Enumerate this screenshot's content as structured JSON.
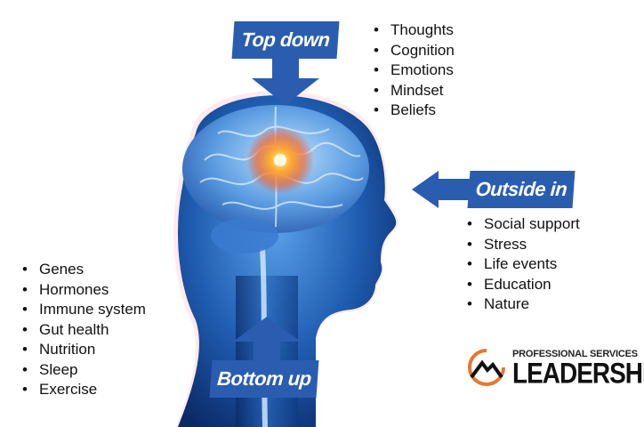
{
  "top_down": {
    "label": "Top down",
    "items": [
      "Thoughts",
      "Cognition",
      "Emotions",
      "Mindset",
      "Beliefs"
    ]
  },
  "outside_in": {
    "label": "Outside in",
    "items": [
      "Social support",
      "Stress",
      "Life events",
      "Education",
      "Nature"
    ]
  },
  "bottom_up": {
    "label": "Bottom up",
    "items": [
      "Genes",
      "Hormones",
      "Immune system",
      "Gut health",
      "Nutrition",
      "Sleep",
      "Exercise"
    ]
  },
  "logo": {
    "line1": "PROFESSIONAL SERVICES",
    "line2": "LEADERSHIP",
    "accent_color": "#e8772e"
  },
  "colors": {
    "label_blue": "#2a5db0",
    "arrow_blue": "#2a5db0",
    "brain_glow": "#ff7a1a"
  }
}
